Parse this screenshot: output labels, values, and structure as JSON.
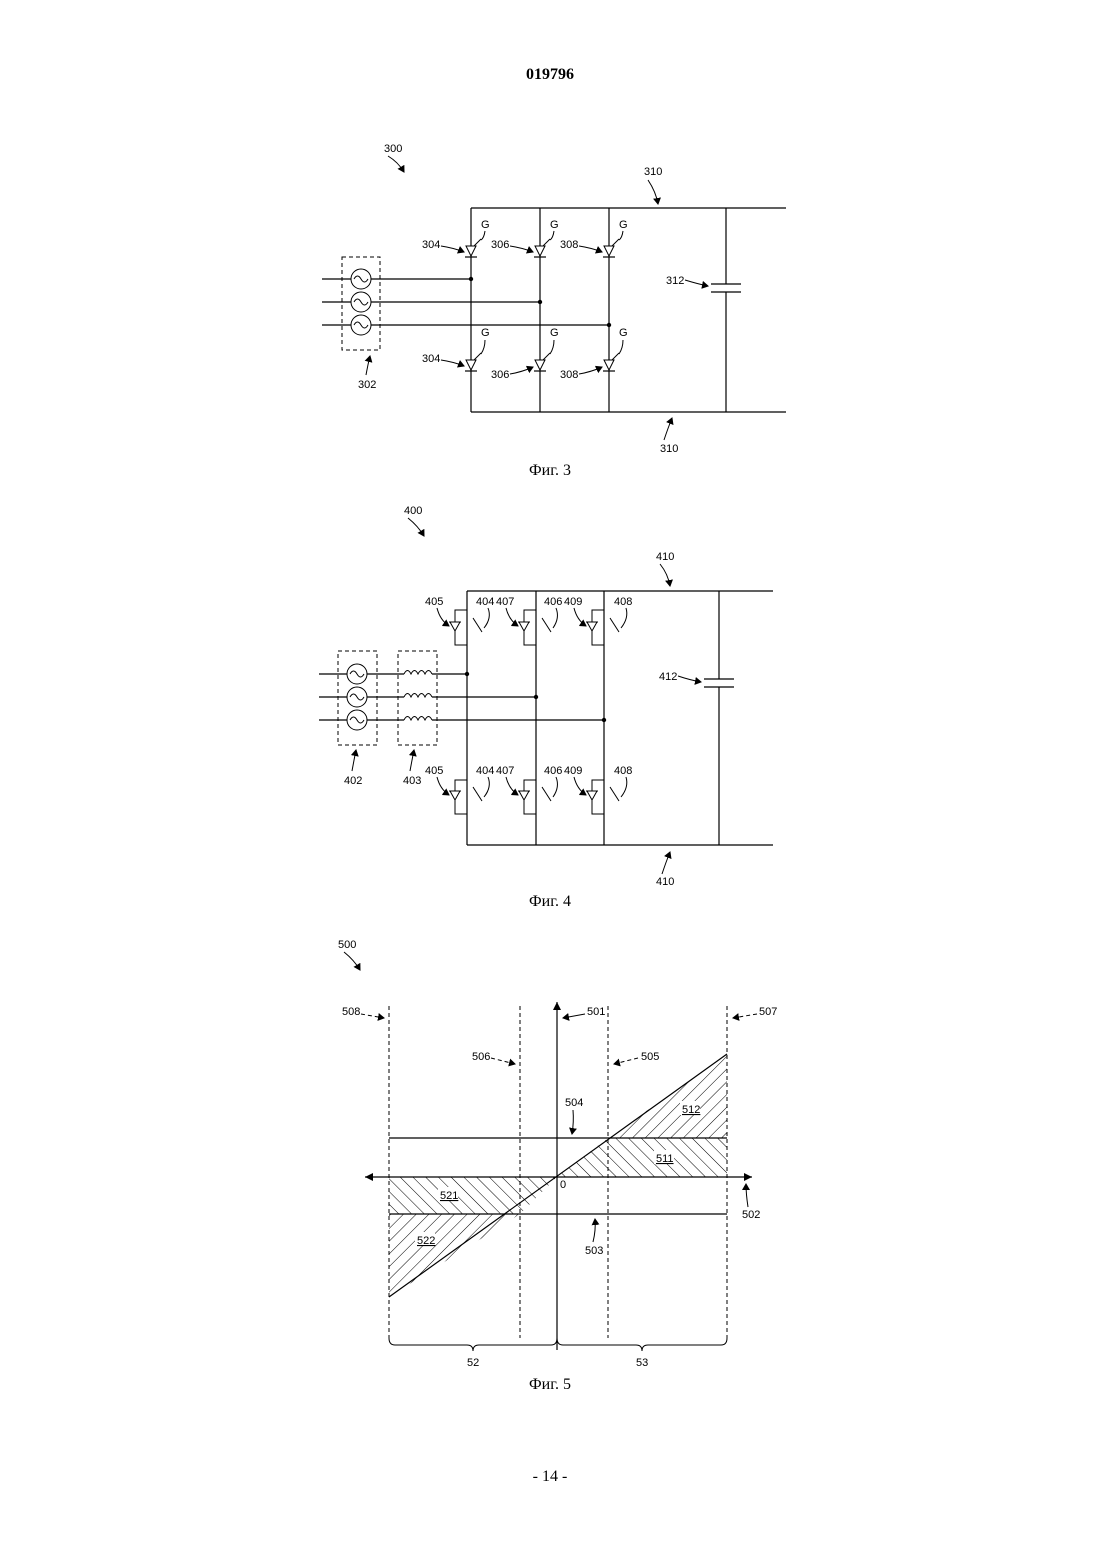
{
  "page": {
    "doc_number": "019796",
    "page_number": "- 14 -"
  },
  "figures": [
    {
      "caption": "Фиг. 3",
      "ref": "300",
      "labels": {
        "source": "302",
        "bus_top": "310",
        "bus_bottom": "310",
        "capacitor": "312",
        "sw_1": "304",
        "sw_2": "306",
        "sw_3": "308",
        "sw_1b": "304",
        "sw_2b": "306",
        "sw_3b": "308",
        "gate": "G"
      }
    },
    {
      "caption": "Фиг. 4",
      "ref": "400",
      "labels": {
        "source": "402",
        "inductor": "403",
        "bus_top": "410",
        "bus_bottom": "410",
        "capacitor": "412",
        "diode_1": "405",
        "switch_1": "404",
        "diode_2": "407",
        "switch_2": "406",
        "diode_3": "409",
        "switch_3": "408",
        "diode_1b": "405",
        "switch_1b": "404",
        "diode_2b": "407",
        "switch_2b": "406",
        "diode_3b": "409",
        "switch_3b": "408"
      }
    },
    {
      "caption": "Фиг. 5",
      "ref": "500",
      "labels": {
        "y_axis": "501",
        "x_axis": "502",
        "lower_limit": "503",
        "upper_limit": "504",
        "line_505": "505",
        "line_506": "506",
        "line_507": "507",
        "line_508": "508",
        "origin": "0",
        "region_511": "511",
        "region_512": "512",
        "region_521": "521",
        "region_522": "522",
        "range_left": "52",
        "range_right": "53"
      }
    }
  ]
}
